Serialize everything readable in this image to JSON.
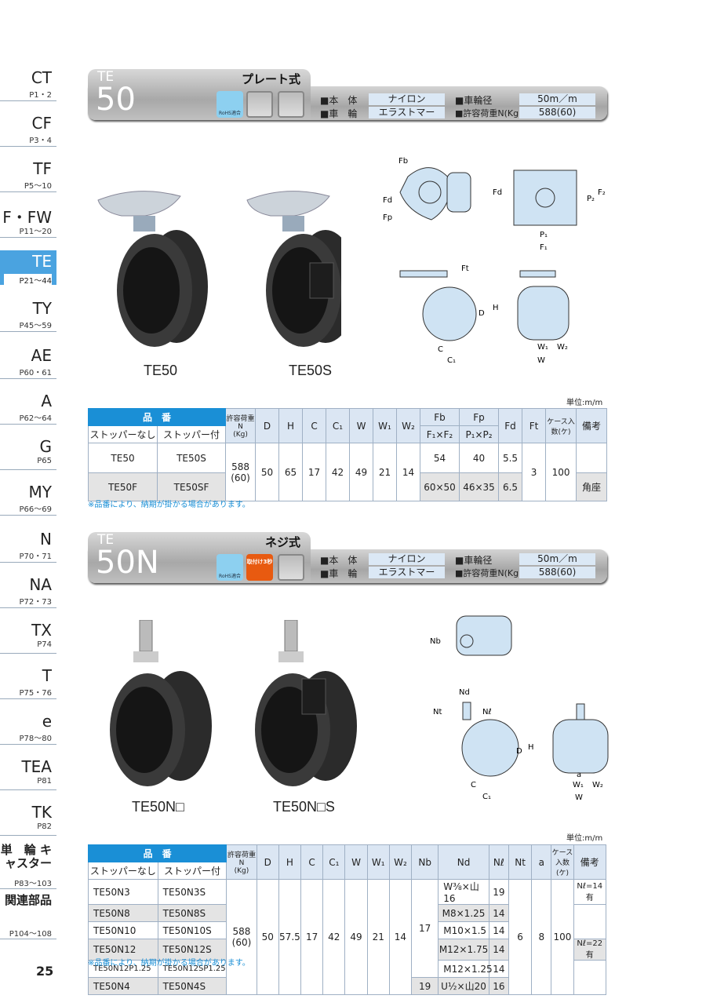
{
  "sidebar": [
    {
      "code": "CT",
      "pages": "P1・2"
    },
    {
      "code": "CF",
      "pages": "P3・4"
    },
    {
      "code": "TF",
      "pages": "P5～10"
    },
    {
      "code": "F・FW",
      "pages": "P11～20"
    },
    {
      "code": "TE",
      "pages": "P21～44"
    },
    {
      "code": "TY",
      "pages": "P45～59"
    },
    {
      "code": "AE",
      "pages": "P60・61"
    },
    {
      "code": "A",
      "pages": "P62～64"
    },
    {
      "code": "G",
      "pages": "P65"
    },
    {
      "code": "MY",
      "pages": "P66～69"
    },
    {
      "code": "N",
      "pages": "P70・71"
    },
    {
      "code": "NA",
      "pages": "P72・73"
    },
    {
      "code": "TX",
      "pages": "P74"
    },
    {
      "code": "T",
      "pages": "P75・76"
    },
    {
      "code": "e",
      "pages": "P78～80"
    },
    {
      "code": "TEA",
      "pages": "P81"
    },
    {
      "code": "TK",
      "pages": "P82"
    },
    {
      "code": "単　輪 キャスター",
      "pages": "P83～103"
    },
    {
      "code": "関連部品",
      "pages": "P104～108"
    }
  ],
  "page_number": "25",
  "accent": "#1a8fd6",
  "s1": {
    "series": "TE",
    "model": "50",
    "type": "プレート式",
    "rohs": "RoHS適合",
    "spec": {
      "body_k": "■本　体",
      "body_v": "ナイロン",
      "wheel_k": "■車　輪",
      "wheel_v": "エラストマー",
      "dia_k": "■車輪径",
      "dia_v": "50m／m",
      "load_k": "■許容荷重N(Kg)",
      "load_v": "588(60)"
    },
    "captions": [
      "TE50",
      "TE50S"
    ],
    "dims": {
      "Fb": "Fb",
      "Fd": "Fd",
      "Fp": "Fp",
      "P1": "P₁",
      "P2": "P₂",
      "F1": "F₁",
      "F2": "F₂",
      "Ft": "Ft",
      "H": "H",
      "D": "D",
      "C": "C",
      "C1": "C₁",
      "W": "W",
      "W1": "W₁",
      "W2": "W₂"
    },
    "unit": "単位:m/m",
    "head": {
      "part": "品　番",
      "nostop": "ストッパーなし",
      "stop": "ストッパー付",
      "load": "許容荷重N",
      "loadkg": "(Kg)",
      "D": "D",
      "H": "H",
      "C": "C",
      "C1": "C₁",
      "W": "W",
      "W1": "W₁",
      "W2": "W₂",
      "Fb": "Fb",
      "FbS": "F₁×F₂",
      "Fp": "Fp",
      "FpS": "P₁×P₂",
      "Fd": "Fd",
      "Ft": "Ft",
      "case": "ケース入数(ケ)",
      "note": "備考"
    },
    "rows": [
      {
        "a": "TE50",
        "b": "TE50S",
        "Fb": "54",
        "Fp": "40",
        "Fd": "5.5",
        "note": ""
      },
      {
        "a": "TE50F",
        "b": "TE50SF",
        "Fb": "60×50",
        "Fp": "46×35",
        "Fd": "6.5",
        "note": "角座"
      }
    ],
    "common": {
      "load": "588",
      "loadkg": "(60)",
      "D": "50",
      "H": "65",
      "C": "17",
      "C1": "42",
      "W": "49",
      "W1": "21",
      "W2": "14",
      "Ft": "3",
      "case": "100"
    },
    "footnote": "※品番により、納期が掛かる場合があります。"
  },
  "s2": {
    "series": "TE",
    "model": "50N",
    "type": "ネジ式",
    "rohs": "RoHS適合",
    "badge": "取付け3秒",
    "spec": {
      "body_k": "■本　体",
      "body_v": "ナイロン",
      "wheel_k": "■車　輪",
      "wheel_v": "エラストマー",
      "dia_k": "■車輪径",
      "dia_v": "50m／m",
      "load_k": "■許容荷重N(Kg)",
      "load_v": "588(60)"
    },
    "captions": [
      "TE50N□",
      "TE50N□S"
    ],
    "dims": {
      "Nb": "Nb",
      "Nd": "Nd",
      "Nl": "Nℓ",
      "Nt": "Nt",
      "H": "H",
      "D": "D",
      "C": "C",
      "C1": "C₁",
      "W": "W",
      "W1": "W₁",
      "W2": "W₂",
      "a": "a"
    },
    "unit": "単位:m/m",
    "head": {
      "part": "品　番",
      "nostop": "ストッパーなし",
      "stop": "ストッパー付",
      "load": "許容荷重N",
      "loadkg": "(Kg)",
      "D": "D",
      "H": "H",
      "C": "C",
      "C1": "C₁",
      "W": "W",
      "W1": "W₁",
      "W2": "W₂",
      "Nb": "Nb",
      "Nd": "Nd",
      "Nl": "Nℓ",
      "Nt": "Nt",
      "a": "a",
      "case": "ケース入数(ケ)",
      "note": "備考"
    },
    "rows": [
      {
        "a": "TE50N3",
        "b": "TE50N3S",
        "Nd": "W⅜×山16",
        "Nl": "19"
      },
      {
        "a": "TE50N8",
        "b": "TE50N8S",
        "Nd": "M8×1.25",
        "Nl": "14"
      },
      {
        "a": "TE50N10",
        "b": "TE50N10S",
        "Nd": "M10×1.5",
        "Nl": "14"
      },
      {
        "a": "TE50N12",
        "b": "TE50N12S",
        "Nd": "M12×1.75",
        "Nl": "14"
      },
      {
        "a": "TE50N12P1.25",
        "b": "TE50N12SP1.25",
        "Nd": "M12×1.25",
        "Nl": "14"
      },
      {
        "a": "TE50N4",
        "b": "TE50N4S",
        "Nd": "U½×山20",
        "Nl": "16"
      }
    ],
    "common": {
      "load": "588",
      "loadkg": "(60)",
      "D": "50",
      "H": "57.5",
      "C": "17",
      "C1": "42",
      "W": "49",
      "W1": "21",
      "W2": "14",
      "Nb1": "17",
      "Nb2": "19",
      "Nt": "6",
      "a": "8",
      "case": "100",
      "note1": "Nℓ=14有",
      "note2": "Nℓ=22有"
    },
    "footnote": "※品番により、納期が掛かる場合があります。"
  }
}
